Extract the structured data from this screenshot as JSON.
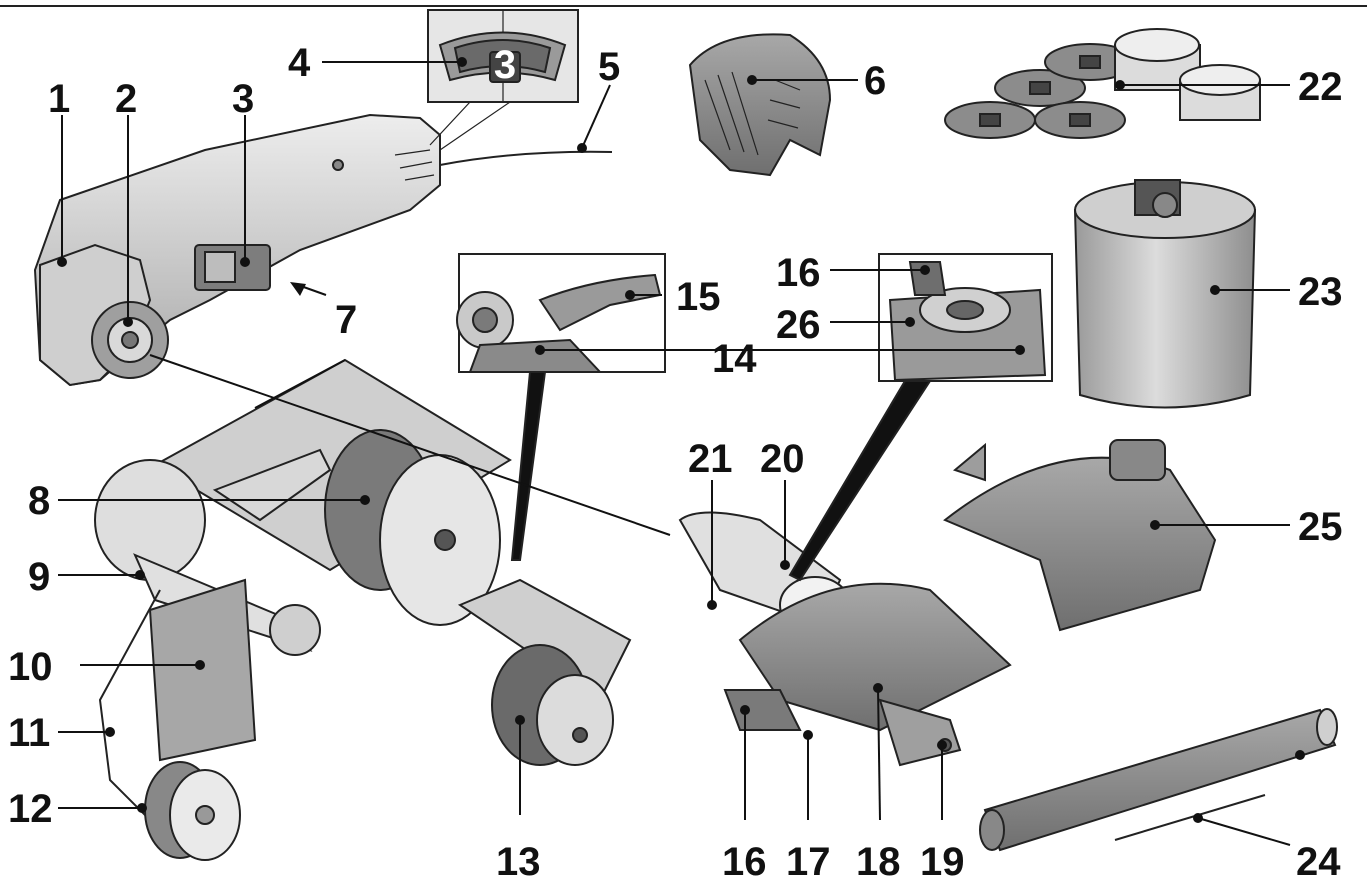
{
  "dial": {
    "value": "3"
  },
  "labels": {
    "l1": "1",
    "l2": "2",
    "l3": "3",
    "l4": "4",
    "l5": "5",
    "l6": "6",
    "l7": "7",
    "l8": "8",
    "l9": "9",
    "l10": "10",
    "l11": "11",
    "l12": "12",
    "l13": "13",
    "l14": "14",
    "l15": "15",
    "l16a": "16",
    "l16b": "16",
    "l17": "17",
    "l18": "18",
    "l19": "19",
    "l20": "20",
    "l21": "21",
    "l22": "22",
    "l23": "23",
    "l24": "24",
    "l25": "25",
    "l26": "26"
  },
  "colors": {
    "light": "#e4e4e4",
    "mid": "#bdbdbd",
    "dark": "#8a8a8a",
    "ink": "#111111"
  }
}
